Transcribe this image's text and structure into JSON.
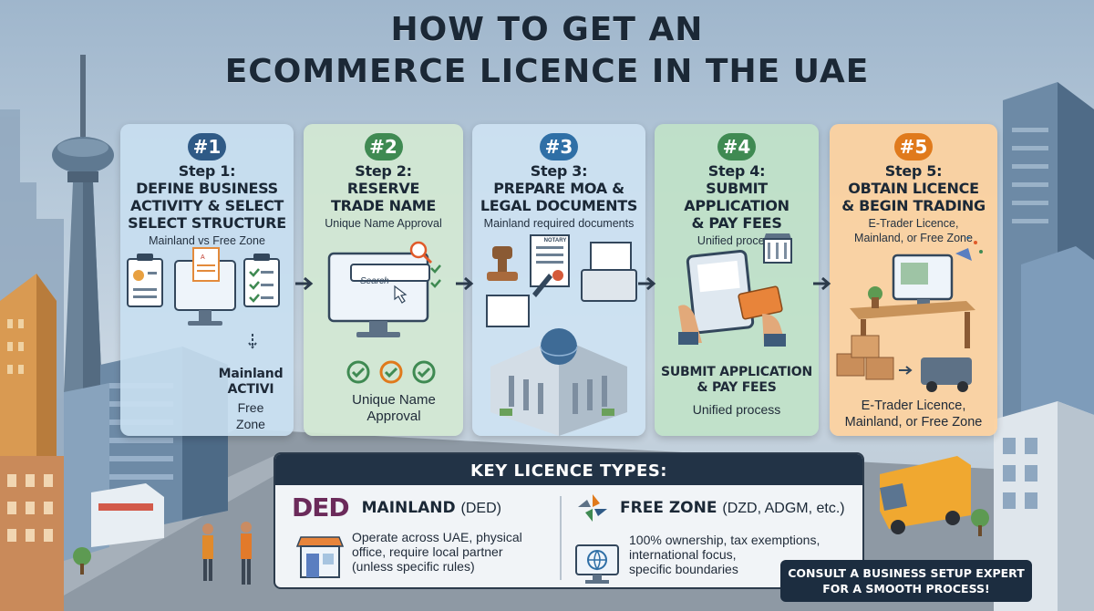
{
  "title": {
    "line1": "HOW TO GET AN",
    "line2": "ECOMMERCE LICENCE IN THE UAE"
  },
  "steps": [
    {
      "badge": "#1",
      "title_l1": "Step 1:",
      "title_l2": "DEFINE BUSINESS",
      "title_l3": "ACTIVITY & SELECT",
      "title_l4": "SELECT STRUCTURE",
      "subtitle": "Mainland vs Free Zone",
      "extra_l1": "Mainland",
      "extra_l2": "ACTIVI",
      "extra_l3": "Free",
      "extra_l4": "Zone"
    },
    {
      "badge": "#2",
      "title_l1": "Step 2:",
      "title_l2": "RESERVE",
      "title_l3": "TRADE NAME",
      "subtitle": "Unique Name Approval",
      "search_text": "Search",
      "extra_l1": "Unique Name",
      "extra_l2": "Approval"
    },
    {
      "badge": "#3",
      "title_l1": "Step 3:",
      "title_l2": "PREPARE MOA &",
      "title_l3": "LEGAL DOCUMENTS",
      "subtitle": "Mainland required documents",
      "notary": "NOTARY"
    },
    {
      "badge": "#4",
      "title_l1": "Step 4:",
      "title_l2": "SUBMIT APPLICATION",
      "title_l3": "& PAY FEES",
      "subtitle": "Unified process",
      "extra_l1": "SUBMIT APPLICATION",
      "extra_l2": "& PAY FEES",
      "extra_l3": "Unified process"
    },
    {
      "badge": "#5",
      "title_l1": "Step 5:",
      "title_l2": "OBTAIN LICENCE",
      "title_l3": "& BEGIN TRADING",
      "subtitle_l1": "E-Trader Licence,",
      "subtitle_l2": "Mainland, or Free Zone",
      "extra_l1": "E-Trader Licence,",
      "extra_l2": "Mainland, or Free Zone"
    }
  ],
  "key_licence": {
    "heading": "KEY LICENCE TYPES:",
    "mainland": {
      "logo": "DED",
      "name": "MAINLAND",
      "paren": "(DED)",
      "desc_l1": "Operate across UAE, physical",
      "desc_l2": "office, require local partner",
      "desc_l3": "(unless specific rules)"
    },
    "free_zone": {
      "name": "FREE ZONE",
      "paren": "(DZD, ADGM, etc.)",
      "desc_l1": "100% ownership, tax exemptions,",
      "desc_l2": "international focus,",
      "desc_l3": "specific boundaries"
    }
  },
  "cta": {
    "line1": "CONSULT A BUSINESS SETUP EXPERT",
    "line2": "FOR A SMOOTH PROCESS!"
  },
  "colors": {
    "navy": "#223346",
    "step1": "#c8def0",
    "step2": "#d2e8d2",
    "step3": "#cde2f2",
    "step4": "#c0e2c8",
    "step5": "#fcd2a0",
    "accent_orange": "#e07a1c"
  }
}
